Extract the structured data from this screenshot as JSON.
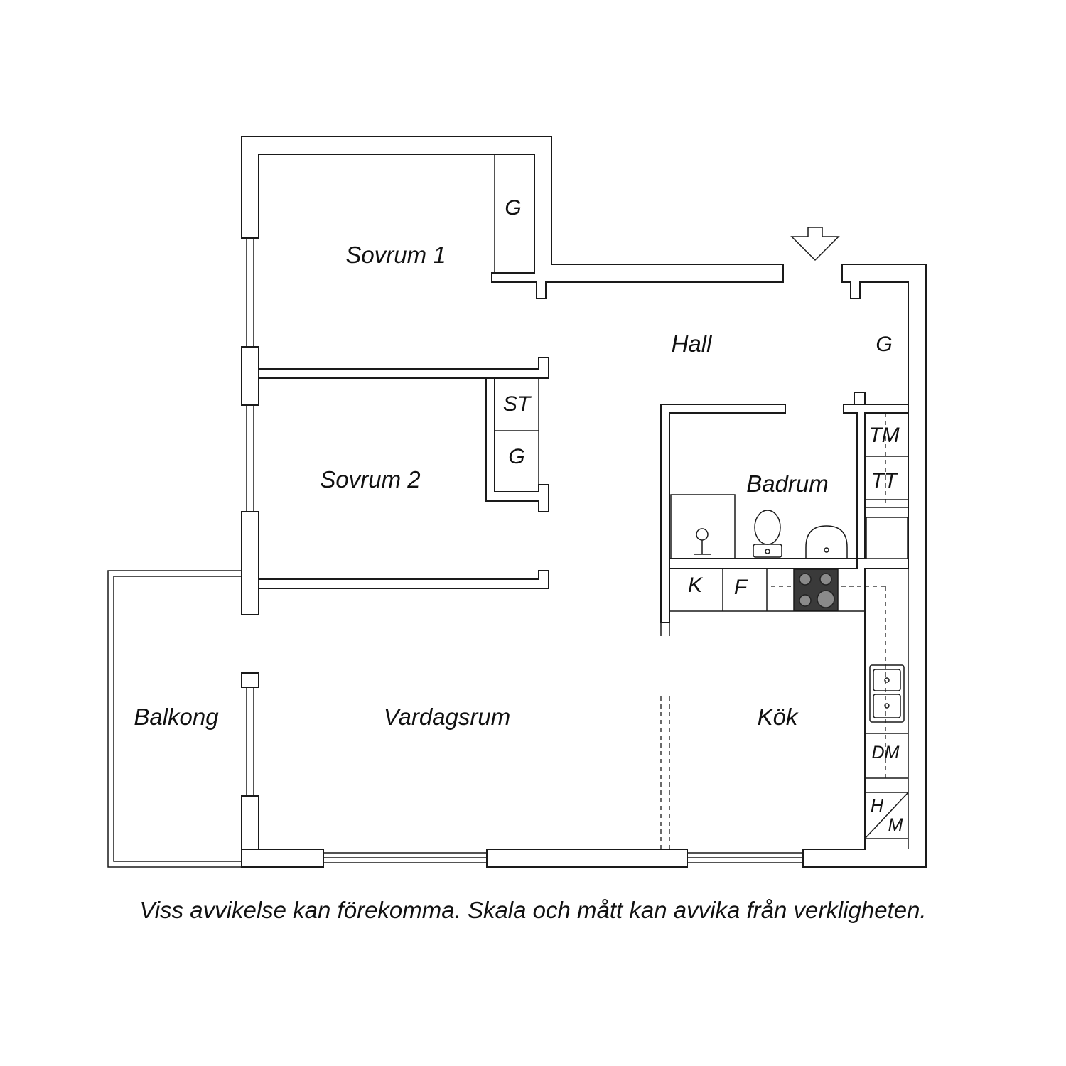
{
  "rooms": {
    "sovrum1": "Sovrum 1",
    "sovrum2": "Sovrum 2",
    "hall": "Hall",
    "badrum": "Badrum",
    "vardagsrum": "Vardagsrum",
    "kok": "Kök",
    "balkong": "Balkong"
  },
  "fixtures": {
    "g_sovrum1": "G",
    "g_hall": "G",
    "st": "ST",
    "g_sovrum2": "G",
    "tm": "TM",
    "tt": "TT",
    "k": "K",
    "f": "F",
    "dm": "DM",
    "h": "H",
    "m": "M"
  },
  "disclaimer": "Viss avvikelse kan förekomma. Skala och mått kan avvika från verkligheten.",
  "icons": {
    "entrance": "entrance-arrow-icon",
    "stove": "stove-icon",
    "sink": "kitchen-sink-icon",
    "toilet": "toilet-icon",
    "basin": "washbasin-icon",
    "shower": "shower-icon"
  }
}
